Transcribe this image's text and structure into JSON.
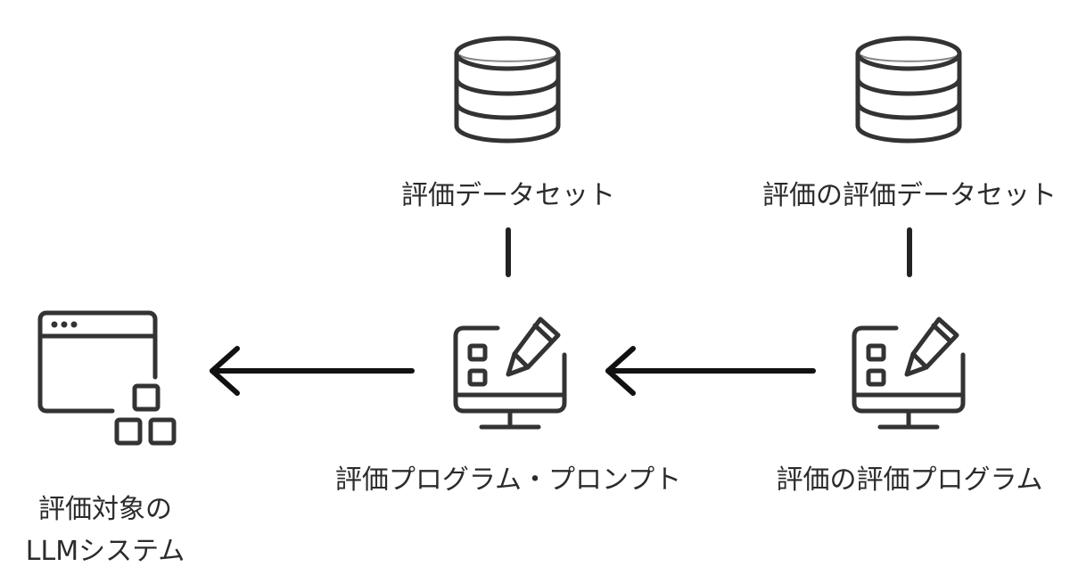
{
  "nodes": {
    "eval_dataset": {
      "label": "評価データセット",
      "icon": "database-icon"
    },
    "meta_eval_dataset": {
      "label": "評価の評価データセット",
      "icon": "database-icon"
    },
    "eval_program": {
      "label": "評価プログラム・プロンプト",
      "icon": "monitor-checklist-pencil-icon"
    },
    "meta_eval_program": {
      "label": "評価の評価プログラム",
      "icon": "monitor-checklist-pencil-icon"
    },
    "target_system": {
      "label_line1": "評価対象の",
      "label_line2": "LLMシステム",
      "icon": "app-window-blocks-icon"
    }
  },
  "edges": [
    {
      "from": "meta_eval_program",
      "to": "eval_program",
      "type": "arrow"
    },
    {
      "from": "eval_program",
      "to": "target_system",
      "type": "arrow"
    },
    {
      "from": "eval_dataset",
      "to": "eval_program",
      "type": "line"
    },
    {
      "from": "meta_eval_dataset",
      "to": "meta_eval_program",
      "type": "line"
    }
  ],
  "colors": {
    "stroke": "#333333",
    "text": "#2b2b2b",
    "background": "#ffffff"
  }
}
